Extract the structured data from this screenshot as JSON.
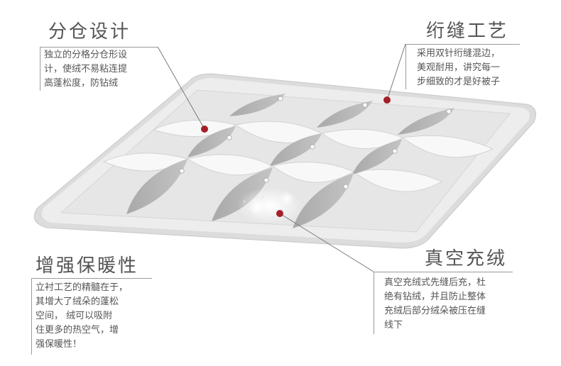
{
  "colors": {
    "marker": "#a31f2a",
    "text": "#555555",
    "quilt_edge": "#dcdcdc",
    "quilt_border": "#ebebeb",
    "quilt_field": "#e8e8e8",
    "pocket": "#f8f8f8",
    "seam": "#b2b2b2"
  },
  "callouts": {
    "compartment": {
      "title": "分仓设计",
      "lines": [
        "独立的分格分仓形设",
        "计，使绒不易粘连提",
        "高蓬松度，防钻绒"
      ]
    },
    "stitching": {
      "title": "绗缝工艺",
      "lines": [
        "采用双针绗缝混边，",
        "美观耐用，讲究每一",
        "步细致的才是好被子"
      ]
    },
    "warmth": {
      "title": "增强保暖性",
      "lines": [
        "立衬工艺的精髓在于，",
        "其增大了绒朵的蓬松",
        "空间，   绒可以吸附",
        "住更多的热空气，增",
        "强保暖性！"
      ]
    },
    "vacuum": {
      "title": "真空充绒",
      "lines": [
        "真空充绒式先缝后充，杜",
        "绝有钻绒，并且防止整体",
        "充绒后部分绒朵被压在缝",
        "线下"
      ]
    }
  }
}
